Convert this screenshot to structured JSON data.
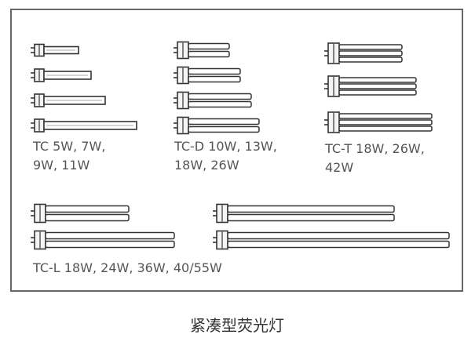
{
  "diagram": {
    "groups": [
      {
        "id": "tc",
        "label_lines": [
          "TC 5W, 7W,",
          "9W, 11W"
        ]
      },
      {
        "id": "tcd",
        "label_lines": [
          "TC-D 10W, 13W,",
          "18W, 26W"
        ]
      },
      {
        "id": "tct",
        "label_lines": [
          "TC-T 18W, 26W,",
          "42W"
        ]
      },
      {
        "id": "tcl",
        "label_lines": [
          "TC-L 18W, 24W, 36W, 40/55W"
        ]
      }
    ],
    "caption": "紧凑型荧光灯"
  }
}
